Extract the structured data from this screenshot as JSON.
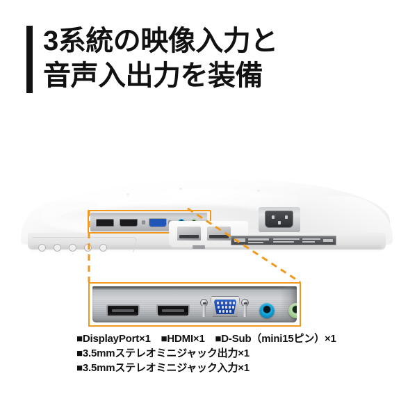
{
  "headline": {
    "line1": "3系統の映像入力と",
    "line2": "音声入出力を装備",
    "accent_bar_color": "#111111"
  },
  "callout": {
    "highlight_color": "#ef9a1e",
    "highlight_label": "ports-area-highlight",
    "dash_line_1": "left-callout-line",
    "dash_line_2": "right-callout-line"
  },
  "monitor": {
    "description": "monitor-rear-bottom-view",
    "body_color": "#fbfbfb",
    "control_buttons": [
      "button-1",
      "button-2",
      "button-3",
      "button-4",
      "button-5"
    ],
    "power_inlet": "iec-c14-power-inlet",
    "rating_sticker": "rating-label-sticker",
    "stand_mount": "stand-mount-bracket"
  },
  "port_panel": {
    "panel_color": "#bfc2c6",
    "ports": [
      {
        "id": "displayport",
        "label": "DisplayPort",
        "color": "#0d0d0e"
      },
      {
        "id": "hdmi",
        "label": "HDMI",
        "color": "#0c0c0d"
      },
      {
        "id": "screw-left",
        "label": "Thumbscrew Left",
        "color": "#c4c6c9"
      },
      {
        "id": "vga",
        "label": "D-Sub mini15",
        "color": "#1c49ad"
      },
      {
        "id": "screw-right",
        "label": "Thumbscrew Right",
        "color": "#c4c6c9"
      },
      {
        "id": "audio-in",
        "label": "3.5mm Stereo Mini Jack (Blue)",
        "color": "#108ec2"
      },
      {
        "id": "audio-out",
        "label": "3.5mm Stereo Mini Jack (Green)",
        "color": "#9ccb8c"
      }
    ]
  },
  "specs": {
    "line1": "■DisplayPort×1　■HDMI×1　■D-Sub（mini15ピン）×1",
    "line2": "■3.5mmステレオミニジャック出力×1",
    "line3": "■3.5mmステレオミニジャック入力×1"
  }
}
